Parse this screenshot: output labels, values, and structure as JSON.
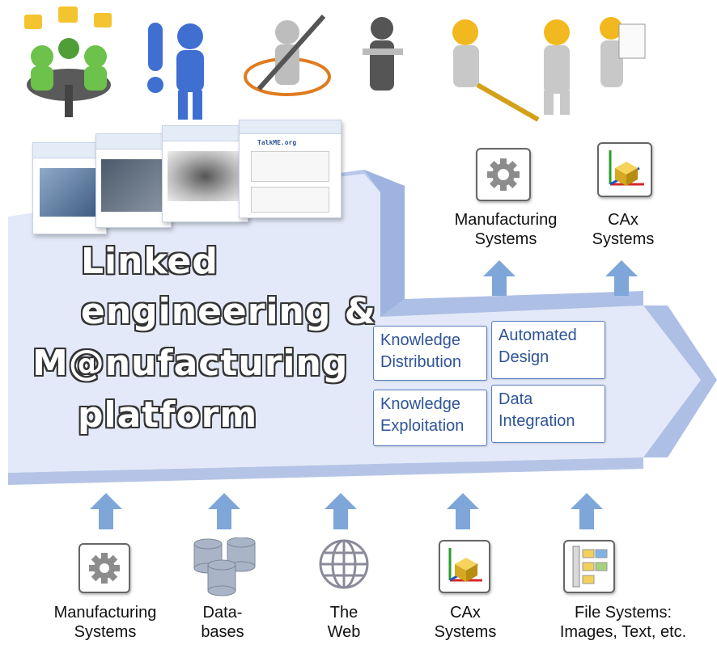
{
  "title_lines": [
    "Linked",
    "engineering &",
    "M@nufacturing",
    "platform"
  ],
  "services": [
    {
      "text": "Knowledge\nDistribution"
    },
    {
      "text": "Automated\nDesign"
    },
    {
      "text": "Knowledge\nExploitation"
    },
    {
      "text": "Data\nIntegration"
    }
  ],
  "top_outputs": [
    {
      "label": "Manufacturing\nSystems",
      "icon": "gear-icon"
    },
    {
      "label": "CAx\nSystems",
      "icon": "cad-cube-icon"
    }
  ],
  "bottom_inputs": [
    {
      "label": "Manufacturing\nSystems",
      "icon": "gear-icon"
    },
    {
      "label": "Data-\nbases",
      "icon": "database-icon"
    },
    {
      "label": "The\nWeb",
      "icon": "globe-icon"
    },
    {
      "label": "CAx\nSystems",
      "icon": "cad-cube-icon"
    },
    {
      "label": "File Systems:\nImages, Text, etc.",
      "icon": "file-tree-icon"
    }
  ],
  "browser_mock": {
    "site": "TalkME.org"
  },
  "colors": {
    "platform": "#dfe6f7",
    "platform_side": "#aebfe6",
    "arrow": "#7ea6d9",
    "text_blue": "#2f5496"
  }
}
